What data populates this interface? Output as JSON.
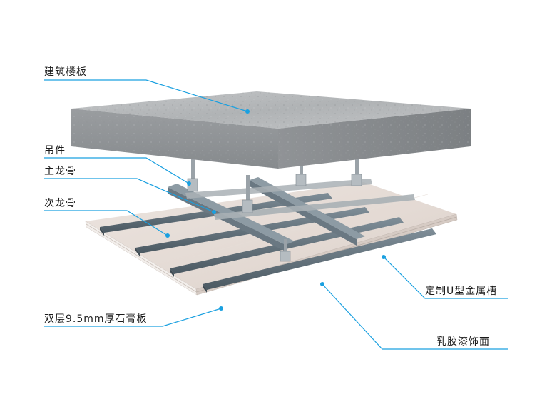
{
  "labels": {
    "floor_slab": "建筑楼板",
    "hanger": "吊件",
    "main_keel": "主龙骨",
    "secondary_keel": "次龙骨",
    "gypsum_board": "双层9.5mm厚石膏板",
    "u_channel": "定制U型金属槽",
    "latex_paint": "乳胶漆饰面"
  },
  "colors": {
    "leader_line": "#1aa0e0",
    "label_text": "#1a1a1a",
    "slab": "#b4b6b8",
    "keel": "#5f6e78",
    "board": "#e6dcd6"
  }
}
